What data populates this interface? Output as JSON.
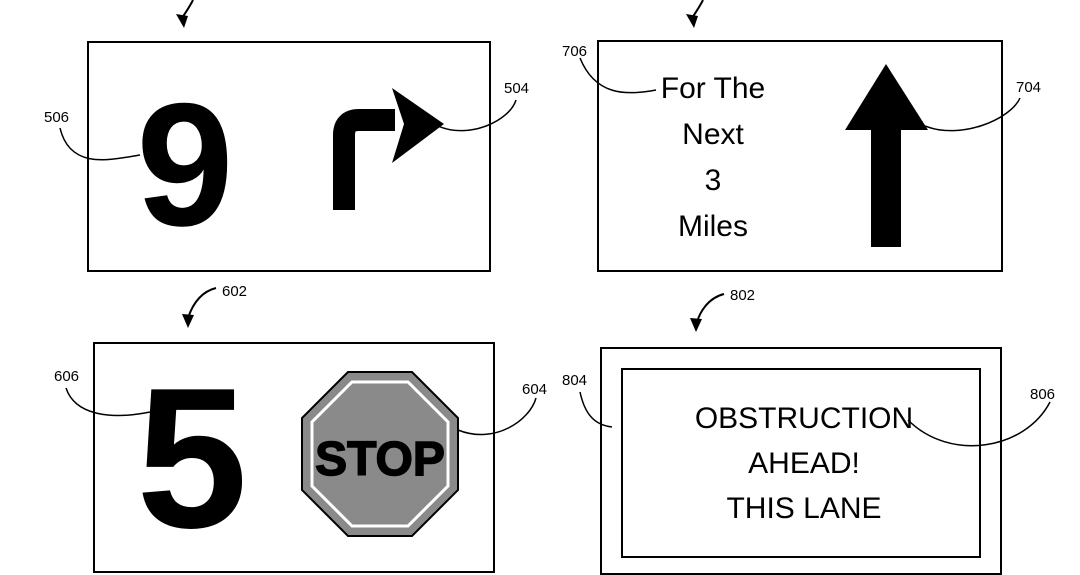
{
  "panels": {
    "p9": {
      "number": "9",
      "ref_number": "506",
      "ref_arrow": "504"
    },
    "p_next": {
      "lines": [
        "For The",
        "Next",
        "3",
        "Miles"
      ],
      "ref_text": "706",
      "ref_arrow": "704"
    },
    "p5": {
      "number": "5",
      "stop_text": "STOP",
      "ref_panel": "602",
      "ref_number": "606",
      "ref_stop": "604"
    },
    "p_obs": {
      "lines": [
        "OBSTRUCTION",
        "AHEAD!",
        "THIS LANE"
      ],
      "ref_panel": "802",
      "ref_outer": "804",
      "ref_text": "806"
    }
  },
  "colors": {
    "ink": "#000000",
    "stop_fill": "#8a8a8a",
    "stop_text": "#ffffff"
  },
  "icons": [
    "right-turn-arrow-icon",
    "straight-ahead-arrow-icon",
    "stop-sign-icon"
  ]
}
